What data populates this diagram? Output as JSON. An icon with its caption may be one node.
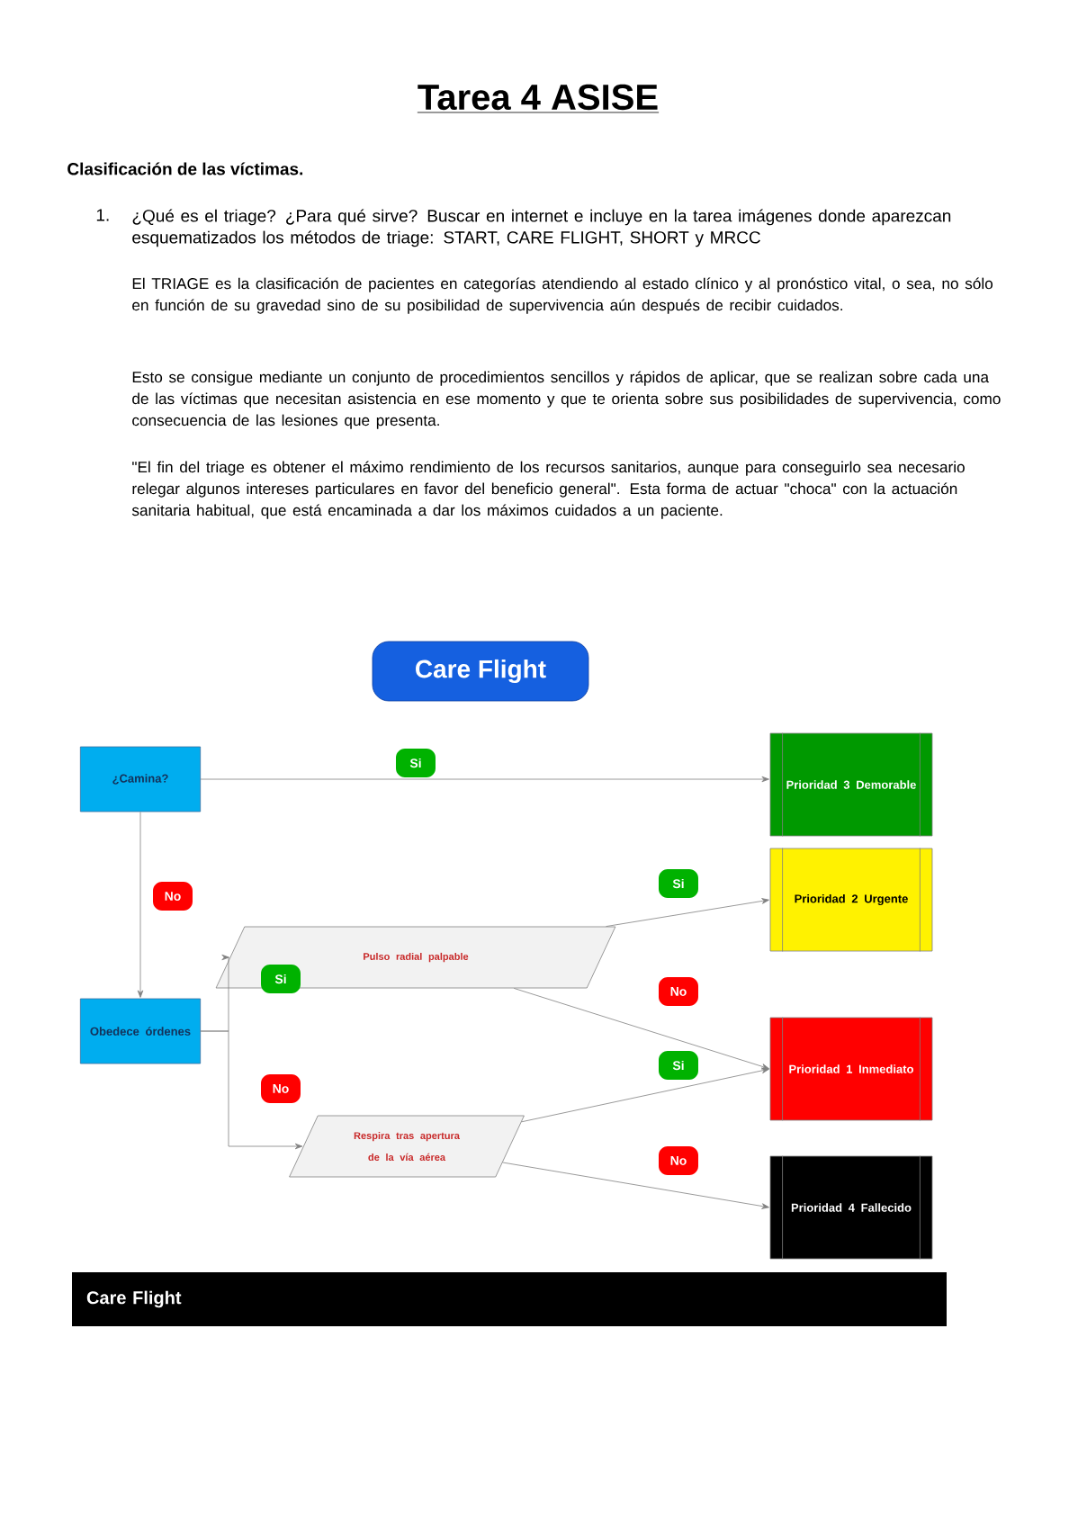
{
  "diagram": {
    "title": "Tarea 4  ASISE",
    "nodes": [
      {
        "text": [
          "Care Flight"
        ]
      },
      {
        "text": [
          "¿Camina?"
        ]
      },
      {
        "text": [
          "Obedece órdenes"
        ]
      },
      {
        "text": [
          "Pulso radial palpable"
        ]
      },
      {
        "text": [
          "Respira tras apertura de la vía aérea"
        ]
      },
      {
        "text": [
          "Prioridad 3 Demorable"
        ]
      },
      {
        "text": [
          "Prioridad 2 Urgente"
        ]
      },
      {
        "text": [
          "Prioridad 1 Inmediato"
        ]
      },
      {
        "text": [
          "Prioridad 4 Fallecido"
        ]
      },
      {
        "text": [
          "Care Flight"
        ]
      }
    ],
    "edges": [
      {
        "from": 1,
        "to": 5,
        "arrow": "to",
        "label": "Si"
      },
      {
        "from": 1,
        "to": 2,
        "arrow": "to",
        "label": "No"
      },
      {
        "from": 2,
        "to": 3,
        "arrow": "to",
        "label": "Si"
      },
      {
        "from": 2,
        "to": 4,
        "arrow": "to",
        "label": "No"
      },
      {
        "from": 3,
        "to": 6,
        "arrow": "to",
        "label": "Si"
      },
      {
        "from": 3,
        "to": 7,
        "arrow": "to",
        "label": "No"
      },
      {
        "from": 4,
        "to": 7,
        "arrow": "to",
        "label": "Si"
      },
      {
        "from": 4,
        "to": 8,
        "arrow": "to",
        "label": "No"
      }
    ],
    "labels": [
      "Clasificación de las víctimas.",
      "1.",
      "¿Qué es el triage? ¿Para qué sirve? Buscar en internet e incluye en la tarea imágenes donde aparezcan esquematizados los métodos de triage: START, CARE FLIGHT, SHORT y MRCC",
      "El TRIAGE es la clasificación de pacientes en categorías atendiendo al estado clínico y al pronóstico vital, o sea, no sólo en función de su gravedad sino de su posibilidad de supervivencia aún después de recibir cuidados.",
      "Esto se consigue mediante un conjunto de procedimientos sencillos y rápidos de aplicar, que se realizan sobre cada una de las víctimas que necesitan asistencia en ese momento y que te orienta sobre sus posibilidades de supervivencia, como consecuencia de las lesiones que presenta.",
      "\"El fin del triage es obtener el máximo rendimiento de los recursos sanitarios, aunque para conseguirlo sea necesario relegar algunos intereses particulares en favor del beneficio general\". Esta forma de actuar \"choca\" con la actuación sanitaria habitual, que está encaminada a dar los máximos cuidados a un paciente."
    ]
  }
}
